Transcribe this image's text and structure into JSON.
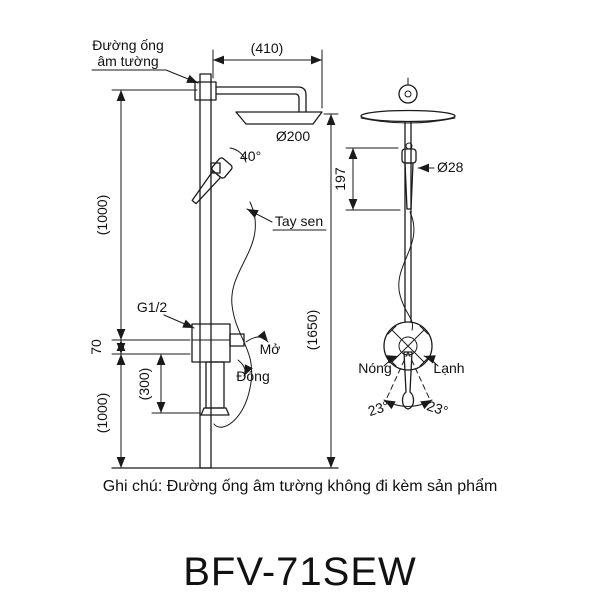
{
  "side_view": {
    "pipe_label_1": "Đường ống",
    "pipe_label_2": "âm tường",
    "arm_width": "(410)",
    "head_diameter": "Ø200",
    "hand_angle": "40°",
    "hand_shower_label": "Tay sen",
    "thread_size": "G1/2",
    "open_label": "Mở",
    "close_label": "Đóng",
    "dim_upper": "(1000)",
    "dim_offset": "70",
    "dim_spout": "(300)",
    "dim_lower": "(1000)",
    "dim_total": "(1650)"
  },
  "front_view": {
    "dim_hand_height": "197",
    "hand_diameter": "Ø28",
    "hot_label": "Nóng",
    "cold_label": "Lạnh",
    "swing_left": "23°",
    "swing_right": "23°"
  },
  "footer": {
    "note": "Ghi chú: Đường ống âm tường không đi kèm sản phẩm",
    "product_code": "BFV-71SEW"
  },
  "colors": {
    "line": "#1a1a1a",
    "background": "#ffffff"
  }
}
